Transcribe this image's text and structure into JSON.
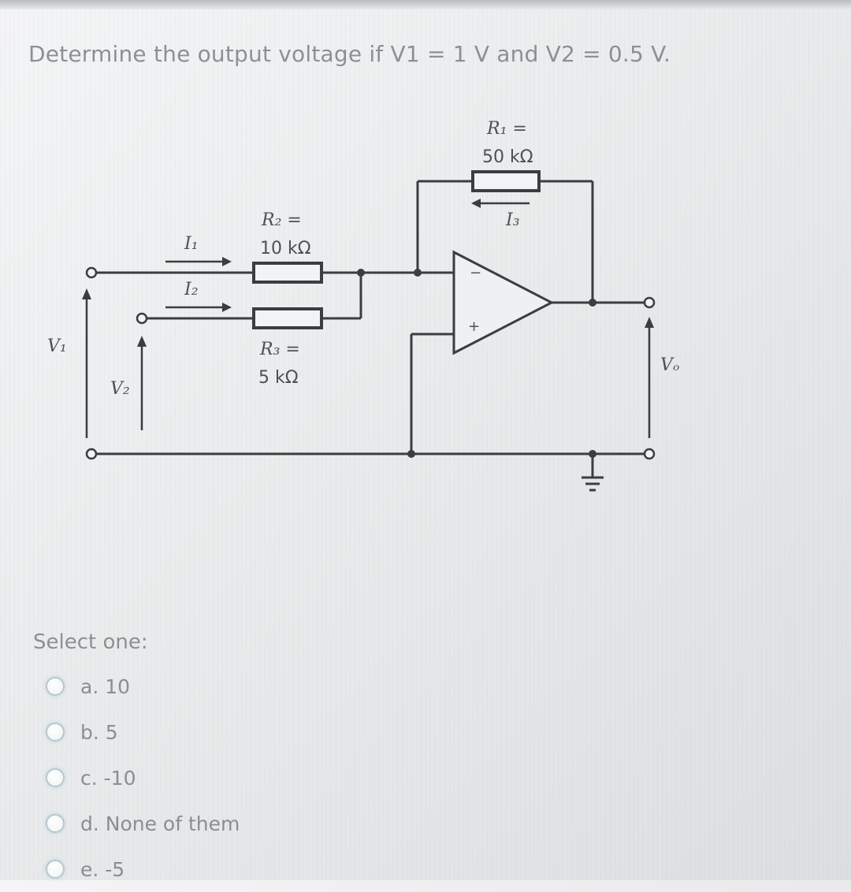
{
  "question": {
    "text": "Determine the output voltage if V1 = 1 V and V2 = 0.5 V."
  },
  "circuit": {
    "r1_name": "R₁ =",
    "r1_value": "50 kΩ",
    "r2_name": "R₂ =",
    "r2_value": "10 kΩ",
    "r3_name": "R₃ =",
    "r3_value": "5 kΩ",
    "i1_label": "I₁",
    "i2_label": "I₂",
    "i3_label": "I₃",
    "v1_label": "V₁",
    "v2_label": "V₂",
    "vo_label": "Vₒ",
    "inverting_sign": "−",
    "noninverting_sign": "+"
  },
  "answer": {
    "prompt": "Select one:",
    "options": [
      {
        "label": "a. 10"
      },
      {
        "label": "b. 5"
      },
      {
        "label": "c. -10"
      },
      {
        "label": "d. None of them"
      },
      {
        "label": "e. -5"
      }
    ]
  }
}
